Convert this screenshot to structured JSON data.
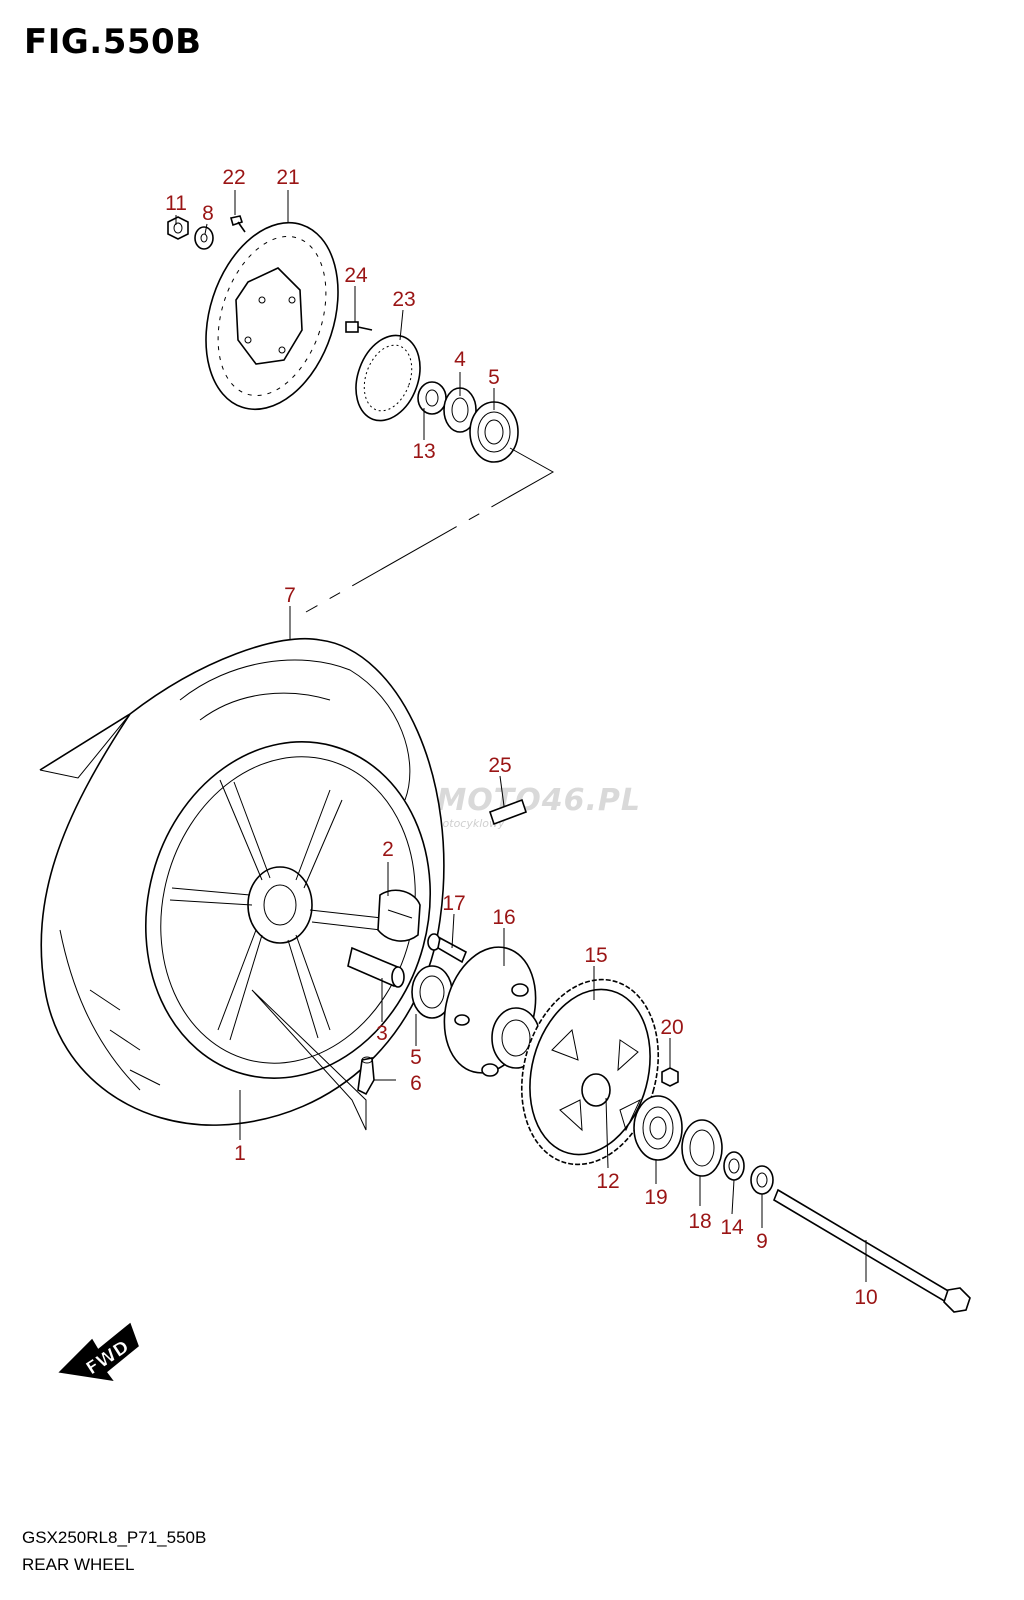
{
  "figure": {
    "title": "FIG.550B",
    "code": "GSX250RL8_P71_550B",
    "caption": "REAR WHEEL"
  },
  "watermark": {
    "main": "SKLEPMOTO46.PL",
    "sub": "internetowy sklep motocyklowy"
  },
  "fwd_label": "FWD",
  "callouts": {
    "p1": "1",
    "p2": "2",
    "p3": "3",
    "p4": "4",
    "p5a": "5",
    "p5b": "5",
    "p6": "6",
    "p7": "7",
    "p8": "8",
    "p9": "9",
    "p10": "10",
    "p11": "11",
    "p12": "12",
    "p13": "13",
    "p14": "14",
    "p15": "15",
    "p16": "16",
    "p17": "17",
    "p18": "18",
    "p19": "19",
    "p20": "20",
    "p21": "21",
    "p22": "22",
    "p23": "23",
    "p24": "24",
    "p25": "25"
  },
  "colors": {
    "callout": "#9a1515",
    "line": "#000000",
    "watermark": "#d9d9d9"
  }
}
